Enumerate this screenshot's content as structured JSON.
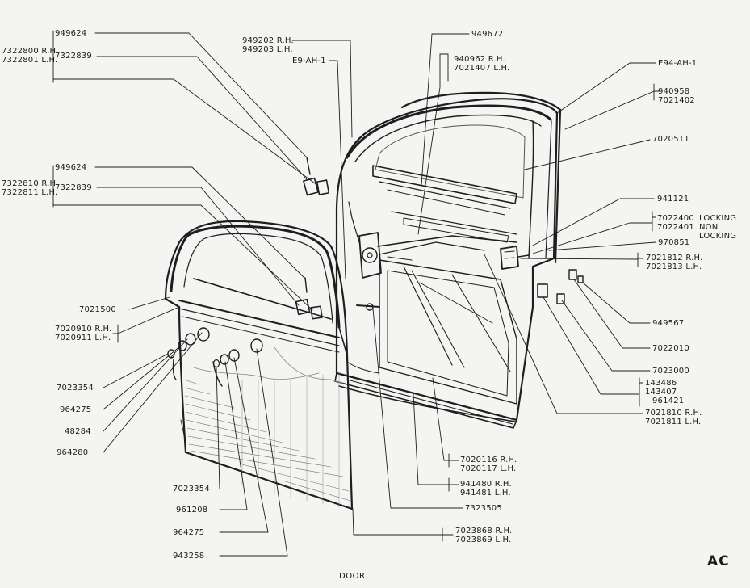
{
  "caption": "DOOR",
  "plate_code": "AC",
  "labels": {
    "l_949624_a": "949624",
    "l_7322800": "7322800 R.H.",
    "l_7322801": "7322801 L.H.",
    "l_7322839_a": "7322839",
    "l_949624_b": "949624",
    "l_7322810": "7322810 R.H.",
    "l_7322811": "7322811 L.H.",
    "l_7322839_b": "7322839",
    "l_7021500": "7021500",
    "l_7020910": "7020910 R.H.",
    "l_7020911": "7020911 L.H.",
    "l_7023354_a": "7023354",
    "l_964275_a": "964275",
    "l_48284": "48284",
    "l_964280": "964280",
    "l_7023354_b": "7023354",
    "l_961208": "961208",
    "l_964275_b": "964275",
    "l_943258": "943258",
    "l_949202": "949202 R.H.",
    "l_949203": "949203 L.H.",
    "l_e9ah1": "E9-AH-1",
    "l_949672": "949672",
    "l_940962": "940962 R.H.",
    "l_7021407": "7021407 L.H.",
    "l_e94ah1": "E94-AH-1",
    "l_940958": "940958",
    "l_7021402": "7021402",
    "l_7020511": "7020511",
    "l_941121": "941121",
    "l_7022400": "7022400",
    "l_locking": "LOCKING",
    "l_7022401": "7022401",
    "l_non": "NON",
    "l_locking2": "LOCKING",
    "l_970851": "970851",
    "l_7021812": "7021812 R.H.",
    "l_7021813": "7021813 L.H.",
    "l_949567": "949567",
    "l_7022010": "7022010",
    "l_7023000": "7023000",
    "l_143486": "143486",
    "l_143407": "143407",
    "l_961421": "961421",
    "l_7021810": "7021810 R.H.",
    "l_7021811": "7021811 L.H.",
    "l_7020116": "7020116 R.H.",
    "l_7020117": "7020117 L.H.",
    "l_941480": "941480 R.H.",
    "l_941481": "941481 L.H.",
    "l_7323505": "7323505",
    "l_7023868": "7023868 R.H.",
    "l_7023869": "7023869 L.H."
  }
}
